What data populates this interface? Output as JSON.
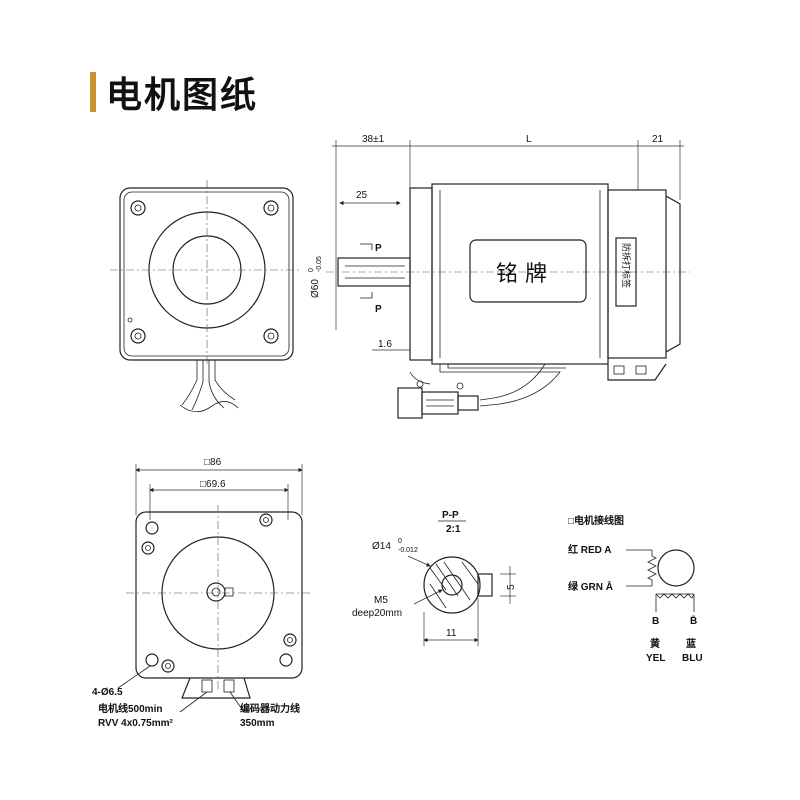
{
  "header": {
    "title": "电机图纸",
    "accent_color": "#c8922e"
  },
  "side_view": {
    "dim_shaft_len": "38±1",
    "dim_body_len": "L",
    "dim_rear": "21",
    "dim_key_len": "25",
    "dim_flange": "1.6",
    "section_mark": "P",
    "shaft_dia_label": "Ø60",
    "shaft_dia_tol_upper": "0",
    "shaft_dia_tol_lower": "-0.05",
    "nameplate": "铭 牌",
    "anti_tamper_label": "防拆打标签"
  },
  "front_view": {
    "dim_outer": "□86",
    "dim_bolt": "□69.6",
    "holes": "4-Ø6.5",
    "motor_cable": "电机线500min",
    "motor_cable_spec": "RVV 4x0.75mm²",
    "encoder_cable": "编码器动力线",
    "encoder_cable_len": "350mm"
  },
  "section_view": {
    "title": "P-P",
    "scale": "2:1",
    "shaft_dia": "Ø14",
    "tol_upper": "0",
    "tol_lower": "-0.012",
    "thread": "M5",
    "thread_depth": "deep20mm",
    "key_width": "5",
    "width": "11"
  },
  "wiring": {
    "title": "□电机接线图",
    "red": "红 RED  A",
    "green": "绿 GRN  Ā",
    "b_left": "B",
    "b_right": "B̄",
    "yel_cn": "黄",
    "yel_en": "YEL",
    "blu_cn": "蓝",
    "blu_en": "BLU"
  }
}
